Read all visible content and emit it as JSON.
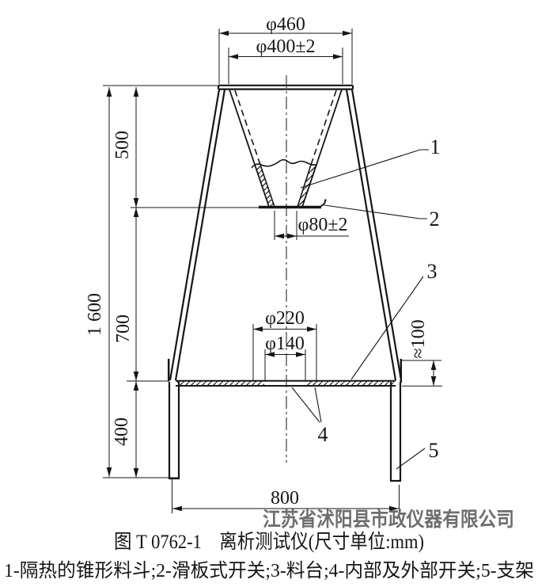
{
  "figure": {
    "caption": "图 T 0762-1　离析测试仪(尺寸单位:mm)",
    "legend": "1-隔热的锥形料斗;2-滑板式开关;3-料台;4-内部及外部开关;5-支架",
    "watermark": "江苏省沭阳县市政仪器有限公司"
  },
  "dimensions": {
    "top_flange_dia": "φ460",
    "hopper_top_dia": "φ400±2",
    "hopper_depth": "500",
    "overall_height": "1 600",
    "fall_height": "700",
    "stand_lower_height": "400",
    "outlet_dia": "φ80±2",
    "platform_outer_dia": "φ220",
    "platform_hole_dia": "φ140",
    "base_width": "800",
    "leg_above_platform": "≈100"
  },
  "callouts": {
    "hopper": "1",
    "slide_gate": "2",
    "platform": "3",
    "switches": "4",
    "stand": "5"
  }
}
